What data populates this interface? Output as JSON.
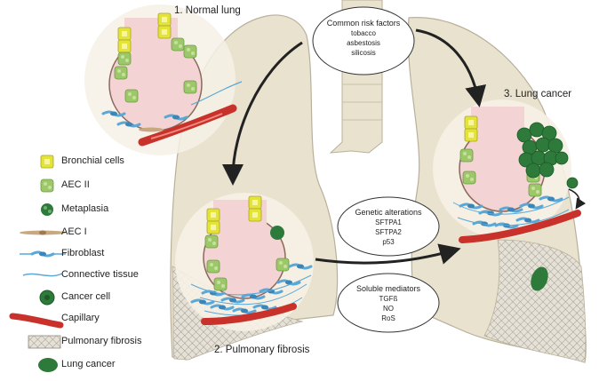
{
  "stages": {
    "normal": "1. Normal lung",
    "fibrosis": "2. Pulmonary fibrosis",
    "cancer": "3. Lung cancer"
  },
  "risk_factors": {
    "heading": "Common risk factors",
    "items": [
      "tobacco",
      "asbestosis",
      "silicosis"
    ]
  },
  "genetic_alterations": {
    "heading": "Genetic alterations",
    "items": [
      "SFTPA1",
      "SFTPA2",
      "p53"
    ]
  },
  "soluble_mediators": {
    "heading": "Soluble mediators",
    "items": [
      "TGFß",
      "NO",
      "RoS"
    ]
  },
  "legend": [
    {
      "label": "Bronchial cells",
      "icon": "bronchial-cell-icon"
    },
    {
      "label": "AEC II",
      "icon": "aec2-cell-icon"
    },
    {
      "label": "Metaplasia",
      "icon": "metaplasia-icon"
    },
    {
      "label": "AEC I",
      "icon": "aec1-cell-icon"
    },
    {
      "label": "Fibroblast",
      "icon": "fibroblast-icon"
    },
    {
      "label": "Connective tissue",
      "icon": "connective-tissue-icon"
    },
    {
      "label": "Cancer cell",
      "icon": "cancer-cell-icon"
    },
    {
      "label": "Capillary",
      "icon": "capillary-icon"
    },
    {
      "label": "Pulmonary fibrosis",
      "icon": "fibrosis-pattern-icon"
    },
    {
      "label": "Lung cancer",
      "icon": "lung-cancer-icon"
    }
  ],
  "colors": {
    "lung": "#e9e2cf",
    "lung_outline": "#b9b09a",
    "alveolus": "#f3d3d3",
    "bronchial": "#e4e33a",
    "aec2": "#9cc86a",
    "cancer": "#2d7a3a",
    "fibroblast": "#5aa8d8",
    "capillary": "#c8322a"
  }
}
